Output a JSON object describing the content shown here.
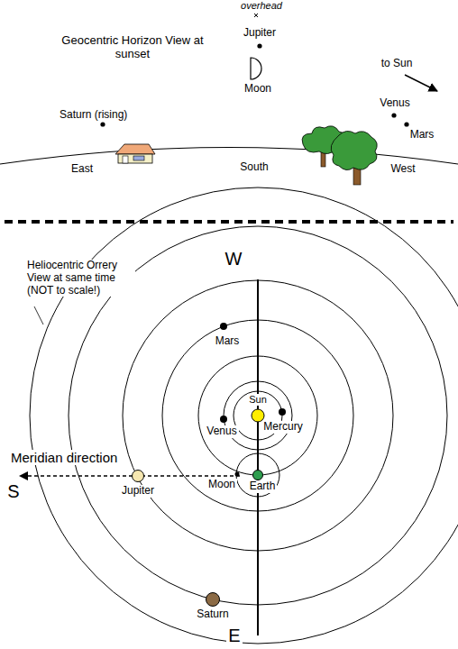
{
  "diagram": {
    "labels": [
      "overhead",
      "Geocentric Horizon View at sunset",
      "Jupiter",
      "Moon",
      "to Sun",
      "Venus",
      "Mars",
      "Saturn (rising)",
      "East",
      "South",
      "West",
      "Heliocentric Orrery View at same time (NOT to scale!)",
      "W",
      "Mars",
      "Sun",
      "Venus",
      "Mercury",
      "Meridian direction",
      "S",
      "Jupiter",
      "Moon",
      "Earth",
      "Saturn",
      "E"
    ]
  }
}
